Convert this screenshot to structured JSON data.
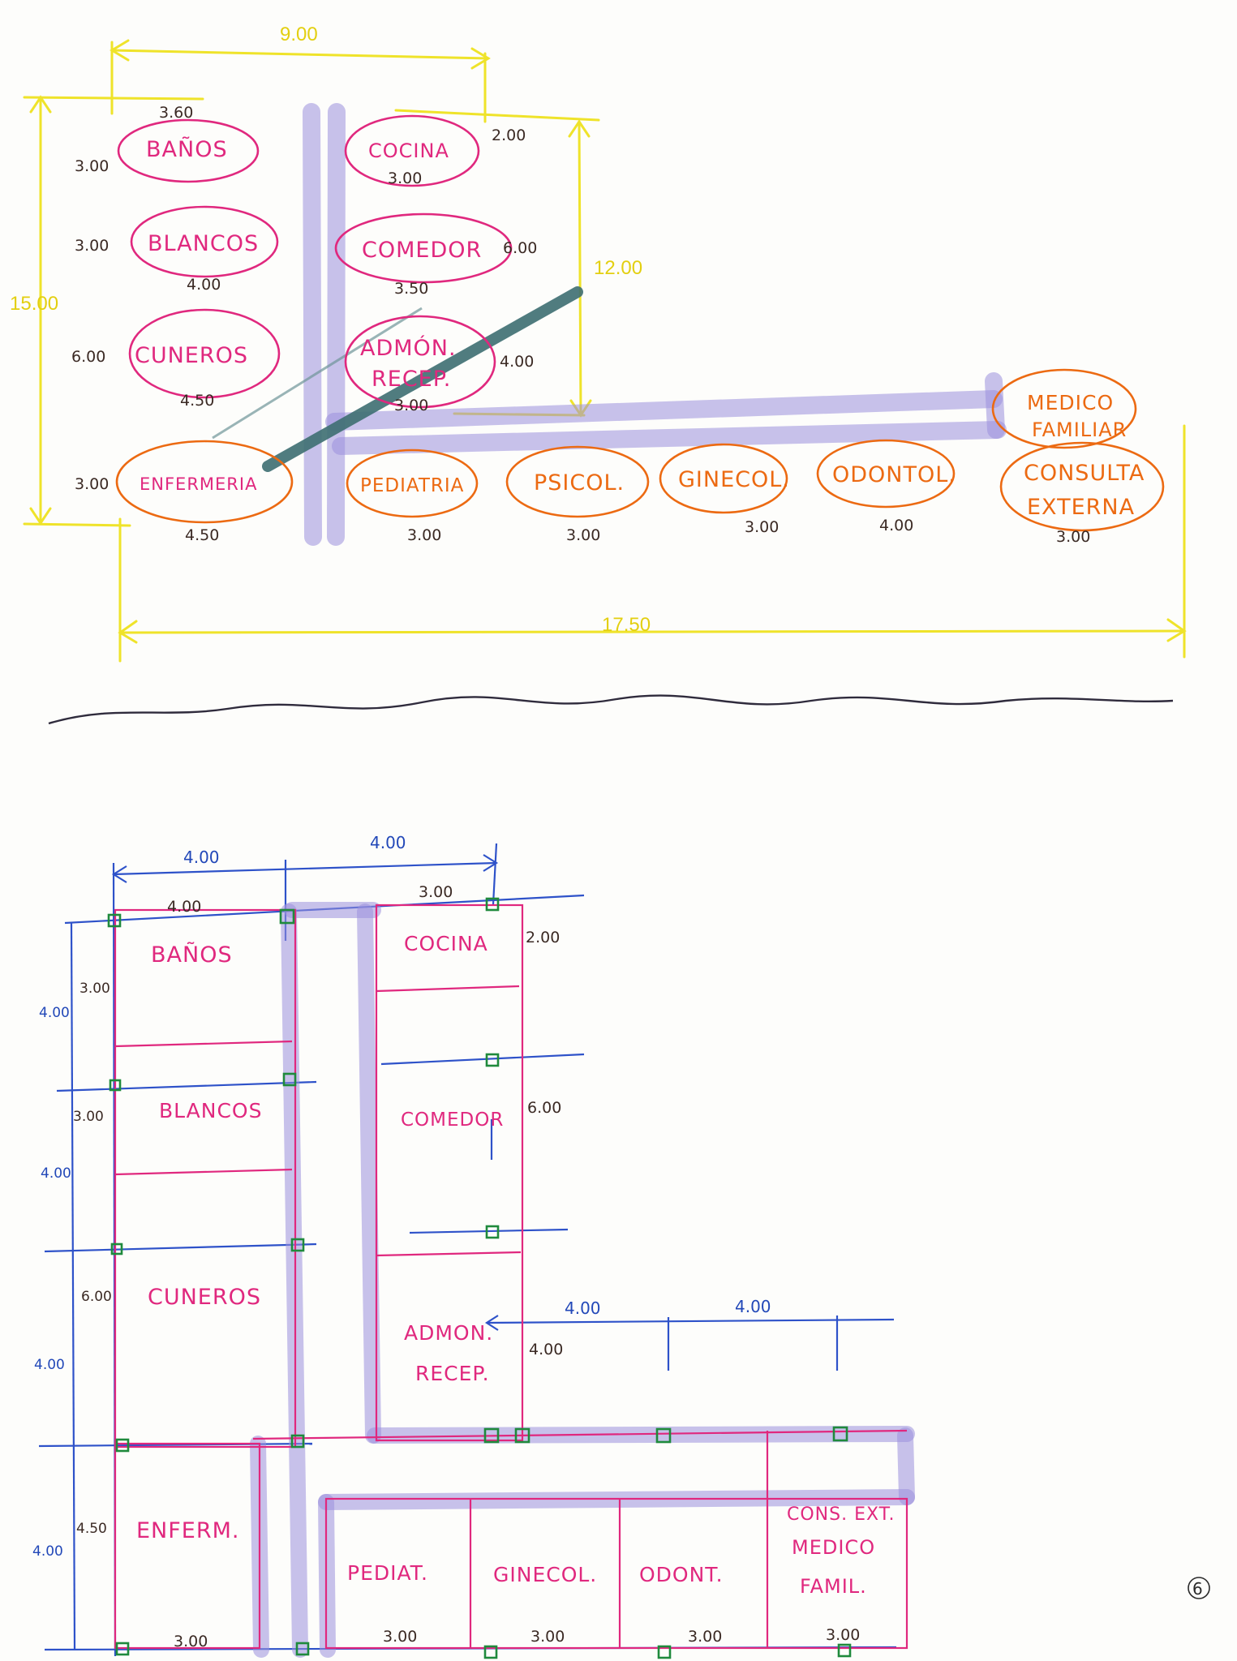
{
  "colors": {
    "paper": "#fdfdfb",
    "pink": "#e0287e",
    "orange": "#ec6a12",
    "yellow": "#efe32a",
    "blue_grid": "#2e52c9",
    "corridor": "#9a90dc",
    "column": "#1f8a3c",
    "ink": "#3b2a24",
    "teal_line": "#3e6f72"
  },
  "top_diagram": {
    "overall": {
      "width_top": "9.00",
      "height_left": "15.00",
      "height_right": "12.00",
      "width_bottom": "17.50"
    },
    "rooms": [
      {
        "id": "banos",
        "label": "BAÑOS",
        "dims": [
          "3.60",
          "3.00"
        ]
      },
      {
        "id": "blancos",
        "label": "BLANCOS",
        "dims": [
          "3.00",
          "4.00"
        ]
      },
      {
        "id": "cuneros",
        "label": "CUNEROS",
        "dims": [
          "6.00",
          "4.50"
        ]
      },
      {
        "id": "enfermeria",
        "label": "ENFERMERIA",
        "dims": [
          "3.00",
          "4.50"
        ]
      },
      {
        "id": "cocina",
        "label": "COCINA",
        "dims": [
          "2.00",
          "3.00"
        ]
      },
      {
        "id": "comedor",
        "label": "COMEDOR",
        "dims": [
          "6.00",
          "3.50"
        ]
      },
      {
        "id": "admon",
        "label_lines": [
          "ADMÓN.",
          "RECEP."
        ],
        "dims": [
          "4.00",
          "3.00"
        ]
      },
      {
        "id": "pediatria",
        "label": "PEDIATRIA",
        "dims": [
          "3.00"
        ]
      },
      {
        "id": "psicol",
        "label": "PSICOL.",
        "dims": [
          "3.00"
        ]
      },
      {
        "id": "ginecol",
        "label": "GINECOL.",
        "dims": [
          "3.00"
        ]
      },
      {
        "id": "odontol",
        "label": "ODONTOL.",
        "dims": [
          "4.00"
        ]
      },
      {
        "id": "medico",
        "label_lines": [
          "MEDICO",
          "FAMILIAR"
        ]
      },
      {
        "id": "consulta",
        "label_lines": [
          "CONSULTA",
          "EXTERNA"
        ],
        "dims": [
          "3.00"
        ]
      }
    ]
  },
  "bottom_plan": {
    "grid_top": [
      "4.00",
      "4.00"
    ],
    "grid_right": [
      "4.00",
      "4.00"
    ],
    "grid_left": [
      "4.00",
      "4.00",
      "4.00",
      "4.00"
    ],
    "rooms": [
      {
        "id": "banos",
        "label": "BAÑOS",
        "dims": [
          "4.00",
          "3.00"
        ]
      },
      {
        "id": "blancos",
        "label": "BLANCOS",
        "dims": [
          "3.00"
        ]
      },
      {
        "id": "cuneros",
        "label": "CUNEROS",
        "dims": [
          "6.00"
        ]
      },
      {
        "id": "enferm",
        "label": "ENFERM.",
        "dims": [
          "4.50",
          "3.00"
        ]
      },
      {
        "id": "cocina",
        "label": "COCINA",
        "dims": [
          "3.00",
          "2.00"
        ]
      },
      {
        "id": "comedor",
        "label": "COMEDOR",
        "dims": [
          "6.00"
        ]
      },
      {
        "id": "admon",
        "label_lines": [
          "ADMON.",
          "RECEP."
        ],
        "dims": [
          "4.00"
        ]
      },
      {
        "id": "pediat",
        "label": "PEDIAT.",
        "dims": [
          "3.00"
        ]
      },
      {
        "id": "ginecol",
        "label": "GINECOL.",
        "dims": [
          "3.00"
        ]
      },
      {
        "id": "odont",
        "label": "ODONT.",
        "dims": [
          "3.00"
        ]
      },
      {
        "id": "cons",
        "label_lines": [
          "CONS. EXT.",
          "MEDICO",
          "FAMIL."
        ],
        "dims": [
          "3.00"
        ]
      }
    ]
  },
  "page_number": "6"
}
